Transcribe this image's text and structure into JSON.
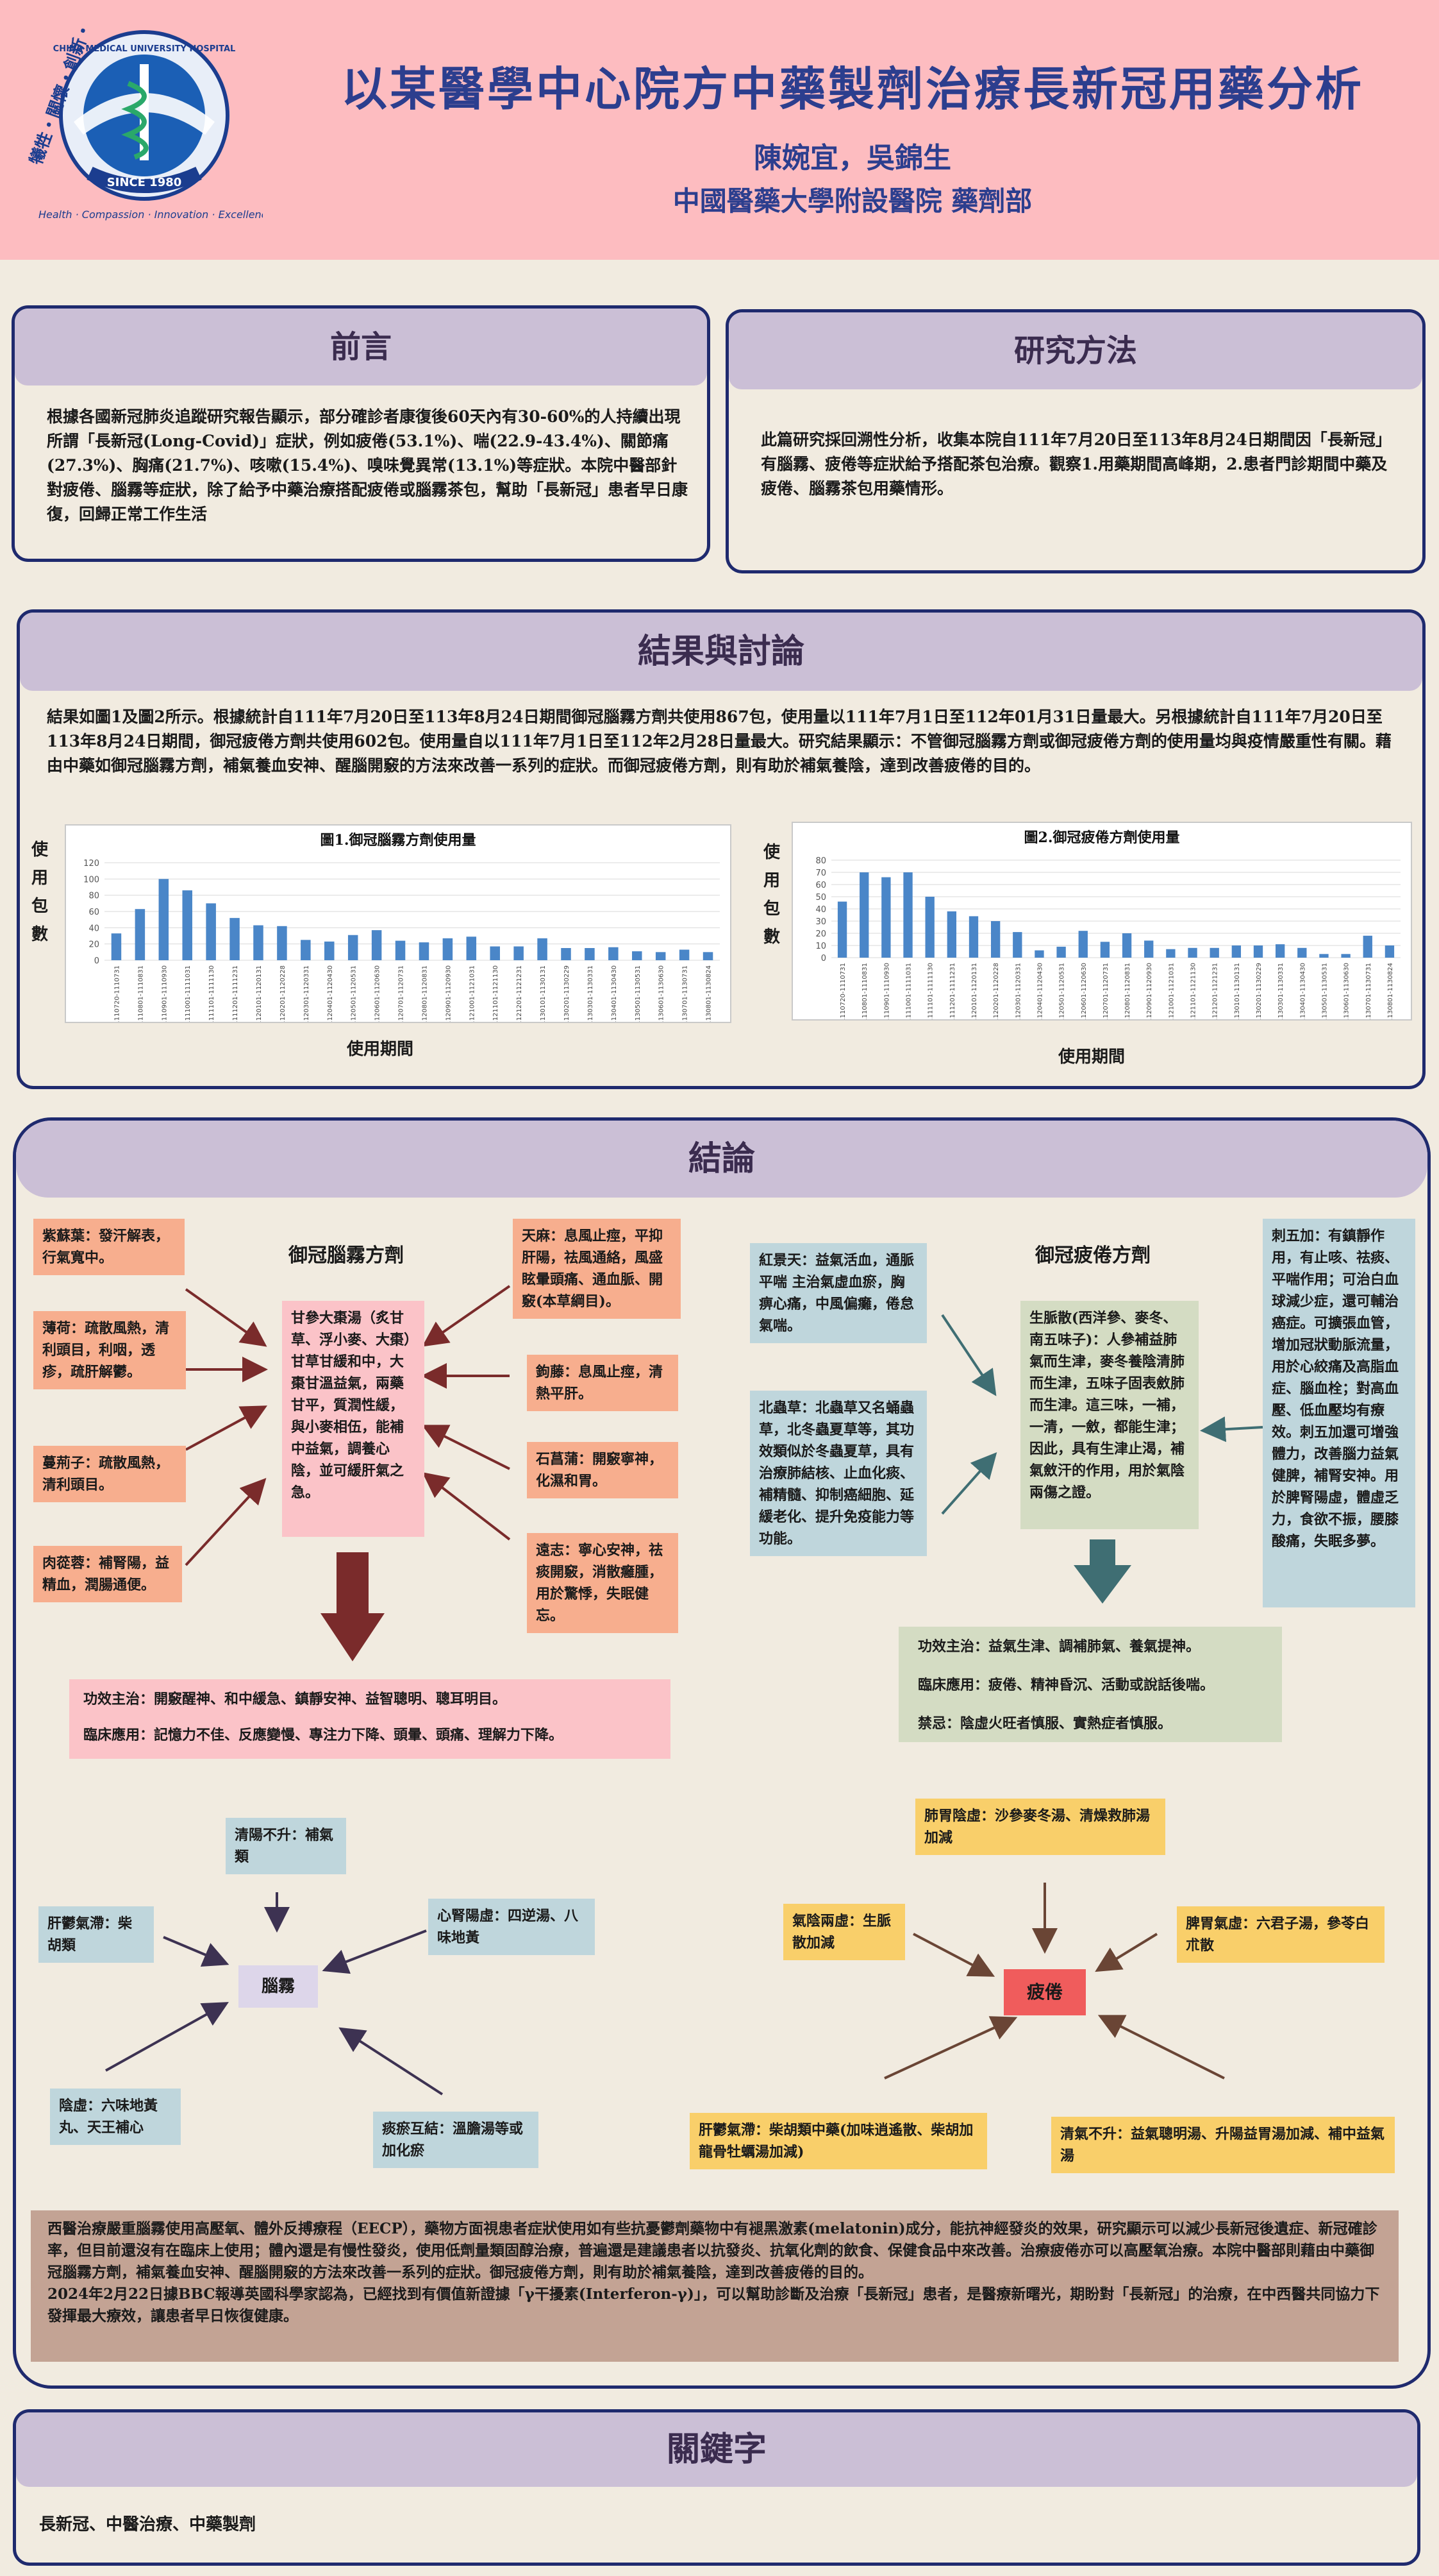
{
  "header": {
    "title": "以某醫學中心院方中藥製劑治療長新冠用藥分析",
    "authors": "陳婉宜，吳錦生",
    "affiliation": "中國醫藥大學附設醫院 藥劑部",
    "logo": {
      "ring_text": "CHINA MEDICAL UNIVERSITY HOSPITAL",
      "since": "SINCE 1980",
      "motto_cn": "犧牲‧關懷‧創新‧卓越",
      "motto_en": "Health · Compassion · Innovation · Excellence"
    }
  },
  "intro": {
    "heading": "前言",
    "text": "根據各國新冠肺炎追蹤研究報告顯示，部分確診者康復後60天內有30-60%的人持續出現所謂「長新冠(Long-Covid)」症狀，例如疲倦(53.1%)、喘(22.9-43.4%)、關節痛(27.3%)、胸痛(21.7%)、咳嗽(15.4%)、嗅味覺異常(13.1%)等症狀。本院中醫部針對疲倦、腦霧等症狀，除了給予中藥治療搭配疲倦或腦霧茶包，幫助「長新冠」患者早日康復，回歸正常工作生活"
  },
  "methods": {
    "heading": "研究方法",
    "text": "此篇研究採回溯性分析，收集本院自111年7月20日至113年8月24日期間因「長新冠」有腦霧、疲倦等症狀給予搭配茶包治療。觀察1.用藥期間高峰期，2.患者門診期間中藥及疲倦、腦霧茶包用藥情形。"
  },
  "results": {
    "heading": "結果與討論",
    "text": "結果如圖1及圖2所示。根據統計自111年7月20日至113年8月24日期間御冠腦霧方劑共使用867包，使用量以111年7月1日至112年01月31日量最大。另根據統計自111年7月20日至113年8月24日期間，御冠疲倦方劑共使用602包。使用量自以111年7月1日至112年2月28日量最大。研究結果顯示：不管御冠腦霧方劑或御冠疲倦方劑的使用量均與疫情嚴重性有關。藉由中藥如御冠腦霧方劑，補氣養血安神、醒腦開竅的方法來改善一系列的症狀。而御冠疲倦方劑，則有助於補氣養陰，達到改善疲倦的目的。",
    "y_axis_label": "使用包數",
    "x_axis_label": "使用期間"
  },
  "chart_data": [
    {
      "type": "bar",
      "title": "圖1.御冠腦霧方劑使用量",
      "xlabel": "使用期間",
      "ylabel": "使用包數",
      "ylim": [
        0,
        120
      ],
      "yticks": [
        0,
        20,
        40,
        60,
        80,
        100,
        120
      ],
      "grid": true,
      "color": "#4a86c8",
      "categories": [
        "1110720-1110731",
        "1110801-1110831",
        "1110901-1110930",
        "1111001-1111031",
        "1111101-1111130",
        "1111201-1111231",
        "1120101-1120131",
        "1120201-1120228",
        "1120301-1120331",
        "1120401-1120430",
        "1120501-1120531",
        "1120601-1120630",
        "1120701-1120731",
        "1120801-1120831",
        "1120901-1120930",
        "1121001-1121031",
        "1121101-1121130",
        "1121201-1121231",
        "1130101-1130131",
        "1130201-1130229",
        "1130301-1130331",
        "1130401-1130430",
        "1130501-1130531",
        "1130601-1130630",
        "1130701-1130731",
        "1130801-1130824"
      ],
      "values": [
        33,
        63,
        100,
        86,
        70,
        52,
        43,
        42,
        25,
        23,
        31,
        37,
        24,
        22,
        27,
        29,
        17,
        17,
        27,
        15,
        15,
        16,
        11,
        10,
        13,
        10
      ]
    },
    {
      "type": "bar",
      "title": "圖2.御冠疲倦方劑使用量",
      "xlabel": "使用期間",
      "ylabel": "使用包數",
      "ylim": [
        0,
        80
      ],
      "yticks": [
        0,
        10,
        20,
        30,
        40,
        50,
        60,
        70,
        80
      ],
      "grid": true,
      "color": "#4a86c8",
      "categories": [
        "1110720-1110731",
        "1110801-1110831",
        "1110901-1110930",
        "1111001-1111031",
        "1111101-1111130",
        "1111201-1111231",
        "1120101-1120131",
        "1120201-1120228",
        "1120301-1120331",
        "1120401-1120430",
        "1120501-1120531",
        "1120601-1120630",
        "1120701-1120731",
        "1120801-1120831",
        "1120901-1120930",
        "1121001-1121031",
        "1121101-1121130",
        "1121201-1121231",
        "1130101-1130131",
        "1130201-1130229",
        "1130301-1130331",
        "1130401-1130430",
        "1130501-1130531",
        "1130601-1130630",
        "1130701-1130731",
        "1130801-1130824"
      ],
      "values": [
        46,
        70,
        66,
        70,
        50,
        38,
        34,
        30,
        21,
        6,
        9,
        22,
        13,
        20,
        14,
        7,
        8,
        8,
        10,
        10,
        11,
        8,
        3,
        3,
        18,
        10
      ]
    }
  ],
  "conclusion": {
    "heading": "結論",
    "brainfog": {
      "title": "御冠腦霧方劑",
      "left": [
        "紫蘇葉：發汗解表，行氣寬中。",
        "薄荷：疏散風熱，清利頭目，利咽，透疹，疏肝解鬱。",
        "蔓荊子：疏散風熱，清利頭目。",
        "肉蓯蓉：補腎陽，益精血，潤腸通便。"
      ],
      "center": "甘參大棗湯（炙甘草、浮小麥、大棗）甘草甘緩和中，大棗甘溫益氣，兩藥甘平，質潤性緩，與小麥相伍，能補中益氣，調養心陰，並可緩肝氣之急。",
      "right": [
        "天麻：息風止痙，平抑肝陽，祛風通絡，風盛眩暈頭痛、通血脈、開竅(本草綱目)。",
        "鉤藤：息風止痙，清熱平肝。",
        "石菖蒲：開竅寧神，化濕和胃。",
        "遠志：寧心安神，祛痰開竅，消散癰腫，用於驚悸，失眠健忘。"
      ],
      "effect": "功效主治：開竅醒神、和中緩急、鎮靜安神、益智聰明、聰耳明目。",
      "usage": "臨床應用：記憶力不佳、反應變慢、專注力下降、頭暈、頭痛、理解力下降。"
    },
    "fatigue": {
      "title": "御冠疲倦方劑",
      "left": [
        "紅景天：益氣活血，通脈平喘 主治氣虛血瘀，胸痹心痛，中風偏癱，倦怠氣喘。",
        "北蟲草：北蟲草又名蛹蟲草，北冬蟲夏草等，其功效類似於冬蟲夏草，具有治療肺結核、止血化痰、補精髓、抑制癌細胞、延緩老化、提升免疫能力等功能。"
      ],
      "center": "生脈散(西洋參、麥冬、南五味子)：人參補益肺氣而生津，麥冬養陰清肺而生津，五味子固表斂肺而生津。這三味，一補，一清，一斂，都能生津；因此，具有生津止渴，補氣斂汗的作用，用於氣陰兩傷之證。",
      "right": "刺五加：有鎮靜作用，有止咳、祛痰、平喘作用；可治白血球減少症，還可輔治癌症。可擴張血管，增加冠狀動脈流量，用於心絞痛及高脂血症、腦血栓；對高血壓、低血壓均有療效。刺五加還可增強體力，改善腦力益氣健脾，補腎安神。用於脾腎陽虛，體虛乏力，食欲不振，腰膝酸痛，失眠多夢。",
      "effect": "功效主治：益氣生津、調補肺氣、養氣提神。",
      "usage": "臨床應用：疲倦、精神昏沉、活動或說話後喘。",
      "contra": "禁忌：陰虛火旺者慎服、實熱症者慎服。"
    },
    "brainfog_map": {
      "center": "腦霧",
      "items": [
        "清陽不升：補氣類",
        "肝鬱氣滯：柴胡類",
        "心腎陽虛：四逆湯、八味地黃",
        "陰虛：六味地黃丸、天王補心",
        "痰瘀互結：溫膽湯等或加化瘀"
      ]
    },
    "fatigue_map": {
      "center": "疲倦",
      "items": [
        "肺胃陰虛：沙參麥冬湯、清燥救肺湯加減",
        "氣陰兩虛：生脈散加減",
        "脾胃氣虛：六君子湯，參苓白朮散",
        "肝鬱氣滯：柴胡類中藥(加味逍遙散、柴胡加龍骨牡蠣湯加減)",
        "清氣不升：益氣聰明湯、升陽益胃湯加減、補中益氣湯"
      ]
    },
    "summary": [
      "西醫治療嚴重腦霧使用高壓氧、體外反搏療程（EECP），藥物方面視患者症狀使用如有些抗憂鬱劑藥物中有褪黑激素(melatonin)成分，能抗神經發炎的效果，研究顯示可以減少長新冠後遺症、新冠確診率，但目前還沒有在臨床上使用；體內還是有慢性發炎，使用低劑量類固醇治療，普遍還是建議患者以抗發炎、抗氧化劑的飲食、保健食品中來改善。治療疲倦亦可以高壓氧治療。本院中醫部則藉由中藥御冠腦霧方劑，補氣養血安神、醒腦開竅的方法來改善一系列的症狀。御冠疲倦方劑，則有助於補氣養陰，達到改善疲倦的目的。",
      "2024年2月22日據BBC報導英國科學家認為，已經找到有價值新證據「γ干擾素(Interferon-γ)」，可以幫助診斷及治療「長新冠」患者，是醫療新曙光，期盼對「長新冠」的治療，在中西醫共同協力下發揮最大療效，讓患者早日恢復健康。"
    ]
  },
  "keywords": {
    "heading": "關鍵字",
    "text": "長新冠、中醫治療、中藥製劑"
  },
  "colors": {
    "header_bg": "#fdbcc0",
    "title": "#2c3e8e",
    "panel_border": "#1f2a6e",
    "panel_head": "#cbbfd6",
    "bar": "#4a86c8",
    "arrow_red": "#7a2b2b",
    "arrow_teal": "#3f6e73"
  }
}
